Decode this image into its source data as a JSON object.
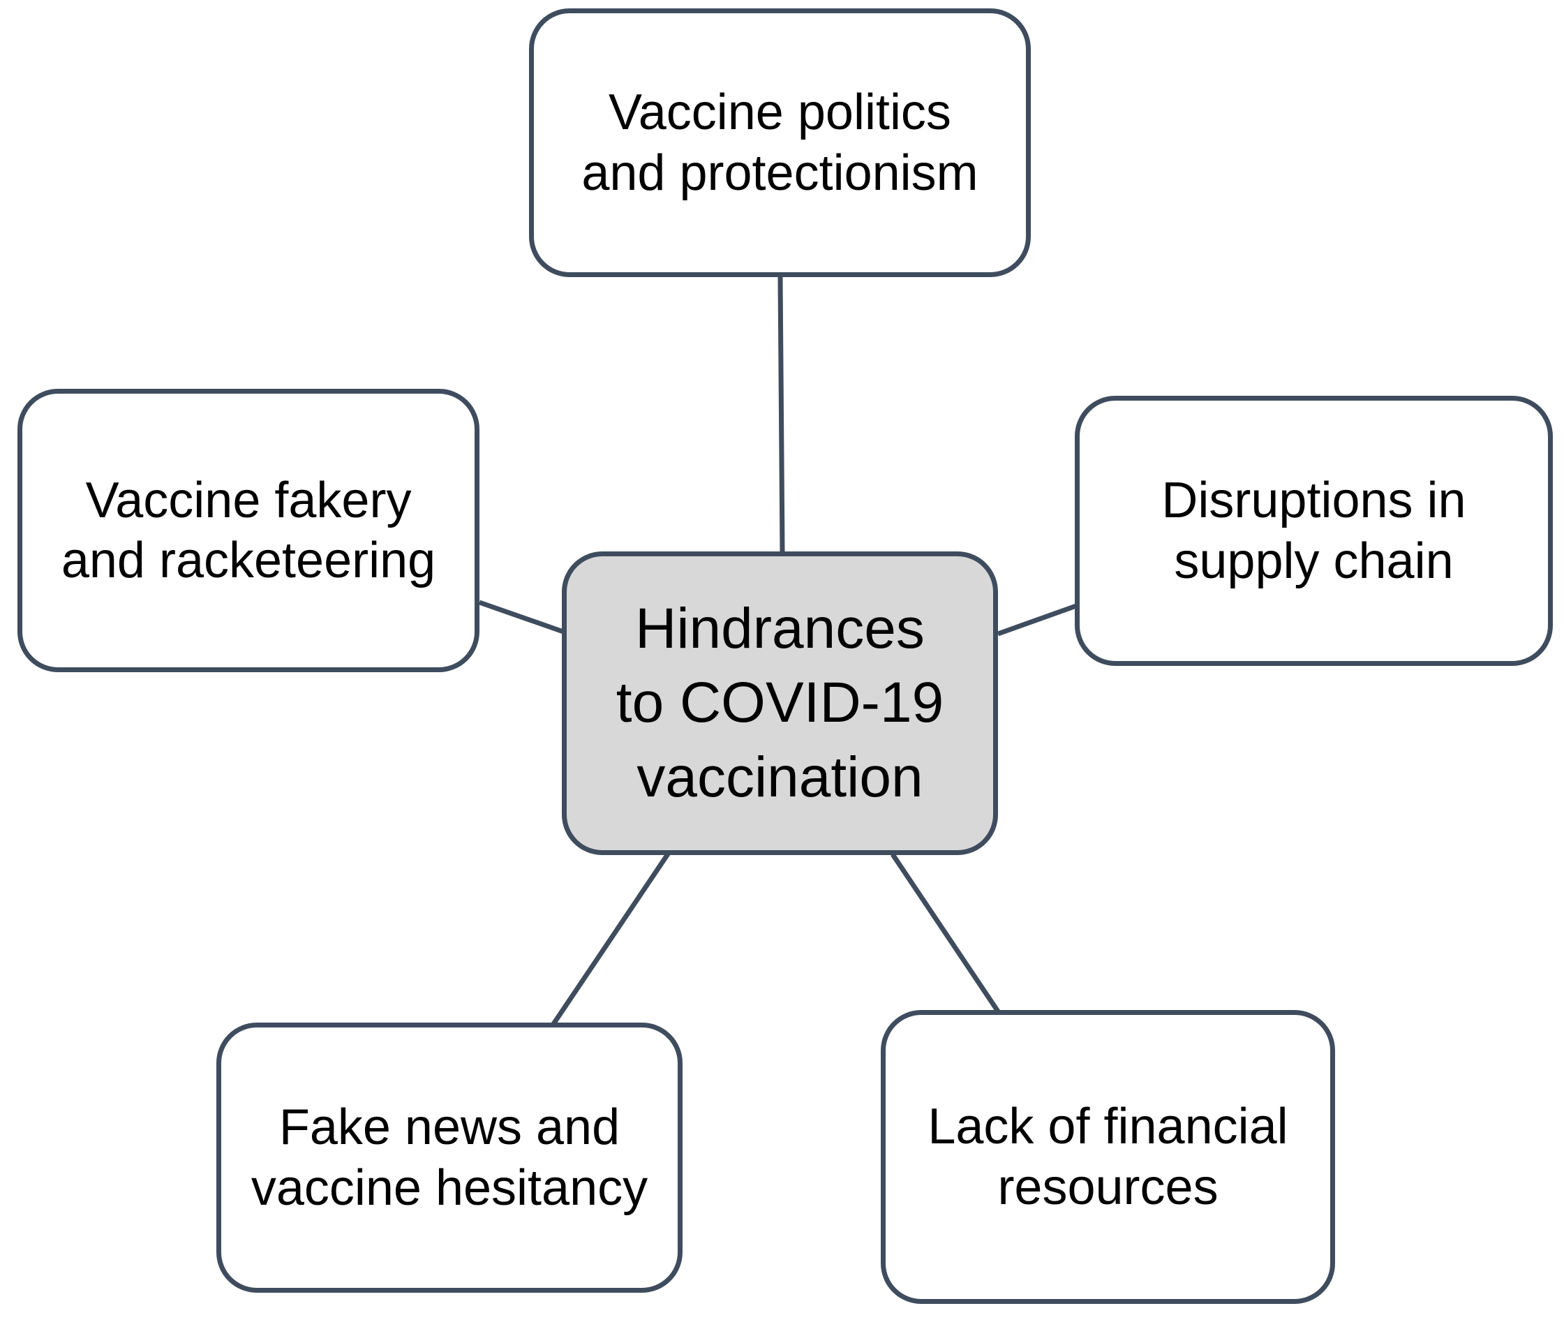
{
  "diagram": {
    "title": "Hindrances to COVID-19 vaccination",
    "colors": {
      "outline": "#3e4c5e",
      "center_fill": "#d8d8d8",
      "node_fill": "#ffffff",
      "text": "#000000",
      "background": "#ffffff"
    },
    "center_node": {
      "label": "Hindrances to COVID-19 vaccination",
      "lines": [
        "Hindrances",
        "to COVID-19",
        "vaccination"
      ]
    },
    "nodes": {
      "top": {
        "label": "Vaccine politics and protectionism",
        "lines": [
          "Vaccine politics",
          "and protectionism"
        ]
      },
      "left": {
        "label": "Vaccine fakery and racketeering",
        "lines": [
          "Vaccine fakery",
          "and racketeering"
        ]
      },
      "right": {
        "label": "Disruptions in supply chain",
        "lines": [
          "Disruptions in",
          "supply chain"
        ]
      },
      "bottom_left": {
        "label": "Fake news and vaccine hesitancy",
        "lines": [
          "Fake news and",
          "vaccine hesitancy"
        ]
      },
      "bottom_right": {
        "label": "Lack of financial resources",
        "lines": [
          "Lack of financial",
          "resources"
        ]
      }
    }
  }
}
